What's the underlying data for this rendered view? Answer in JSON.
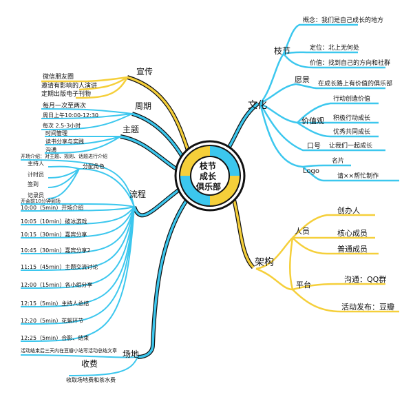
{
  "center": {
    "line1": "枝节",
    "line2": "成长",
    "line3": "俱乐部"
  },
  "branches": {
    "culture": {
      "label": "文化",
      "intro": {
        "label": "枝节",
        "items": [
          "概念：我们是自己成长的地方",
          "定位：北上无何处",
          "价值：找到自己的方向和社群"
        ]
      },
      "vision": {
        "label": "愿景",
        "text": "在成长路上有价值的俱乐部"
      },
      "values": {
        "label": "价值观",
        "items": [
          "行动创造价值",
          "积极行动成长",
          "优秀共同成长"
        ]
      },
      "slogan": {
        "label": "口号",
        "text": "让我们一起成长"
      },
      "logo": {
        "label": "Logo",
        "items": [
          "名片",
          "请××帮忙制作"
        ]
      }
    },
    "structure": {
      "label": "架构",
      "people": {
        "label": "人员",
        "items": [
          "创办人",
          "核心成员",
          "普通成员"
        ]
      },
      "platform": {
        "label": "平台",
        "items": [
          "沟通：QQ群",
          "活动发布：豆瓣"
        ]
      }
    },
    "promo": {
      "label": "宣传",
      "items": [
        "微信朋友圈",
        "邀请有影响的人演讲",
        "定期出版电子刊物"
      ]
    },
    "cycle": {
      "label": "周期",
      "items": [
        "每月一次至两次",
        "周日上午10:00-12:30",
        "每次 2.5-3小时"
      ]
    },
    "topic": {
      "label": "主题",
      "items": [
        "时间管理",
        "读书分享与实践",
        "沟通"
      ]
    },
    "process": {
      "label": "流程",
      "intro": "开场介绍：对主题、规则、话题进行介绍",
      "roles": {
        "label": "分配角色",
        "items": [
          "主持人",
          "计时员",
          "签到",
          "记录员"
        ]
      },
      "prepare": "开会前10分钟到场",
      "steps": [
        "10:00（5min）开场介绍",
        "10:05（10min）破冰游戏",
        "10:15（30min）嘉宾分享",
        "10:45（30min）嘉宾分享2",
        "11:15（45min）主题交流讨论",
        "12:00（15min）各小组分享",
        "12:15（5min）主持人总结",
        "12:20（5min）花絮环节",
        "12:25（5min）合影、结束"
      ]
    },
    "venue": {
      "label": "场地",
      "note": "活动结束后三天内在豆瓣小站写活动总结文章"
    },
    "income": {
      "label": "收费",
      "note": "收取场地费和茶水费"
    }
  }
}
